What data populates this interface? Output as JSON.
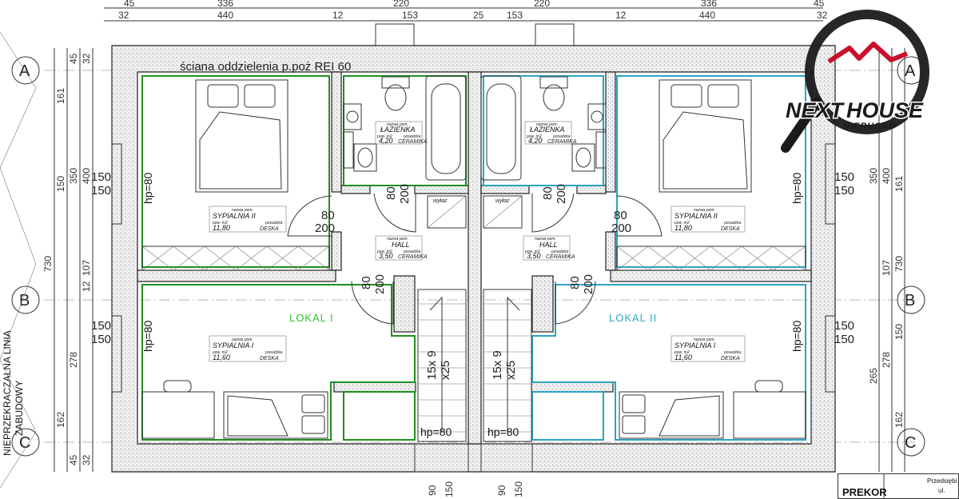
{
  "top_dims_row1": [
    "45",
    "336",
    "220",
    "220",
    "336",
    "45"
  ],
  "top_dims_row2": [
    "32",
    "440",
    "12",
    "153",
    "25",
    "153",
    "12",
    "440",
    "32"
  ],
  "left_dims_a": [
    "161",
    "150",
    "162"
  ],
  "left_dims_b": [
    "350",
    "278"
  ],
  "left_dims_c": [
    "400",
    "107"
  ],
  "left_dims_d": [
    "730"
  ],
  "left_small": [
    "45",
    "32",
    "12",
    "45",
    "32"
  ],
  "right_dims": [
    "350",
    "400",
    "107",
    "730",
    "278",
    "265",
    "150",
    "162",
    "161"
  ],
  "axes": [
    "A",
    "B",
    "C"
  ],
  "wall_note": "ściana oddzielenia p.poż REI 60",
  "boundary_note": [
    "NIEPRZEKRACZALNA LINIA",
    "ZABUDOWY"
  ],
  "window_dims": [
    "150",
    "150",
    "150",
    "150"
  ],
  "door_80": "80",
  "door_200": "200",
  "hp": "hp=80",
  "stairs_a": "15x 9",
  "stairs_b": "x25",
  "bottom_dims": [
    "90",
    "150",
    "90",
    "150"
  ],
  "lokal_1": "LOKAL I",
  "lokal_2": "LOKAL II",
  "wylaz": "wyłaz",
  "room_header": "nazwa pom.",
  "room_area_header": "pow. m2",
  "room_floor_header": "posadzka",
  "rooms": [
    {
      "name": "ŁAZIENKA",
      "area": "4,20",
      "floor": "CERAMIKA"
    },
    {
      "name": "ŁAZIENKA",
      "area": "4,20",
      "floor": "CERAMIKA"
    },
    {
      "name": "SYPIALNIA II",
      "area": "11,80",
      "floor": "DESKA"
    },
    {
      "name": "SYPIALNIA II",
      "area": "11,80",
      "floor": "DESKA"
    },
    {
      "name": "HALL",
      "area": "3,50",
      "floor": "CERAMIKA"
    },
    {
      "name": "HALL",
      "area": "3,50",
      "floor": "CERAMIKA"
    },
    {
      "name": "SYPIALNIA I",
      "area": "11,60",
      "floor": "DESKA"
    },
    {
      "name": "SYPIALNIA I",
      "area": "11,60",
      "floor": "DESKA"
    }
  ],
  "logo": {
    "text_a": "NEXT",
    "text_b": "HOUSE",
    "sub": "NIERUCHO"
  },
  "stamp": {
    "company": "PREKOR",
    "side": "Przedsiębi",
    "line": "ul."
  },
  "colors": {
    "lokal1": "#1f8f1f",
    "lokal2": "#2ca3c4",
    "logo_red": "#c8102e"
  }
}
